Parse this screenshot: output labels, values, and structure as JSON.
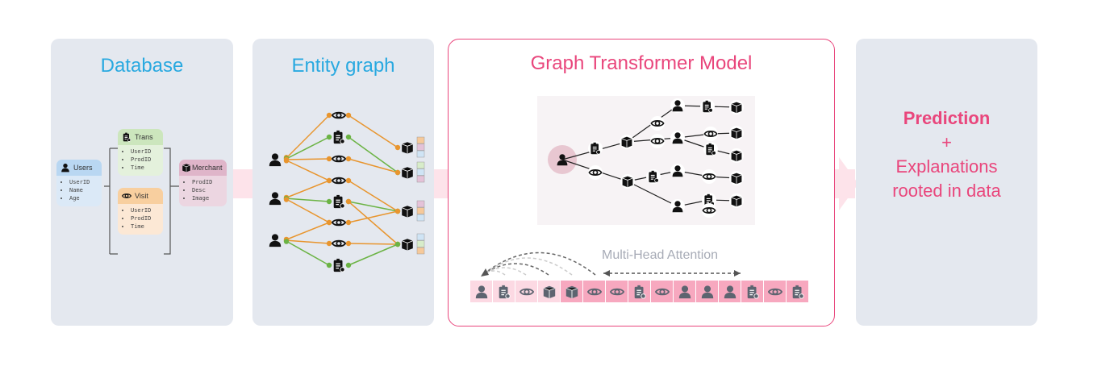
{
  "panels": {
    "database": {
      "title": "Database",
      "tables": [
        {
          "name": "Users",
          "icon": "user-icon",
          "fields": [
            "UserID",
            "Name",
            "Age"
          ],
          "color": "#b9d7f2"
        },
        {
          "name": "Trans",
          "icon": "clipboard-icon",
          "fields": [
            "UserID",
            "ProdID",
            "Time"
          ],
          "color": "#d4ebc8"
        },
        {
          "name": "Visit",
          "icon": "eye-icon",
          "fields": [
            "UserID",
            "ProdID",
            "Time"
          ],
          "color": "#fbe0c4"
        },
        {
          "name": "Merchant",
          "icon": "box-icon",
          "fields": [
            "ProdID",
            "Desc",
            "Image"
          ],
          "color": "#e8cbd9"
        }
      ]
    },
    "entity_graph": {
      "title": "Entity graph"
    },
    "model": {
      "title": "Graph Transformer Model",
      "attention_label": "Multi-Head Attention",
      "sequence": [
        "user",
        "trans",
        "eye",
        "box",
        "box",
        "eye",
        "eye",
        "trans",
        "eye",
        "user",
        "user",
        "user",
        "trans",
        "eye",
        "trans"
      ]
    },
    "output": {
      "prediction": "Prediction",
      "plus": "+",
      "line1": "Explanations",
      "line2": "rooted in data"
    }
  },
  "colors": {
    "accent": "#e9467c",
    "title_blue": "#29a9e0",
    "orange": "#e8952e",
    "green": "#6bb344"
  }
}
